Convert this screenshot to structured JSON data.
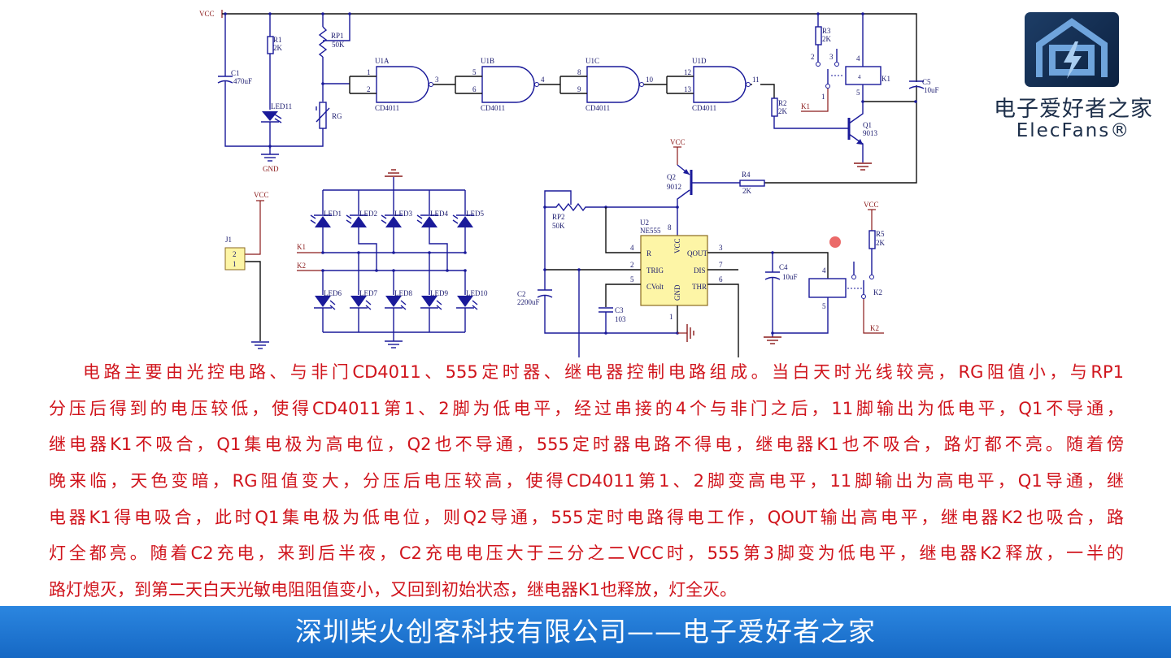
{
  "schematic": {
    "vcc": "VCC",
    "gnd": "GND",
    "c1": {
      "ref": "C1",
      "value": "470uF"
    },
    "r1": {
      "ref": "R1",
      "value": "2K"
    },
    "led11": "LED11",
    "rp1": {
      "ref": "RP1",
      "value": "50K"
    },
    "rg": "RG",
    "gates": [
      {
        "ref": "U1A",
        "part": "CD4011",
        "in1": "1",
        "in2": "2",
        "out": "3"
      },
      {
        "ref": "U1B",
        "part": "CD4011",
        "in1": "5",
        "in2": "6",
        "out": "4"
      },
      {
        "ref": "U1C",
        "part": "CD4011",
        "in1": "8",
        "in2": "9",
        "out": "10"
      },
      {
        "ref": "U1D",
        "part": "CD4011",
        "in1": "12",
        "in2": "13",
        "out": "11"
      }
    ],
    "r2": {
      "ref": "R2",
      "value": "2K"
    },
    "r3": {
      "ref": "R3",
      "value": "2K"
    },
    "r4": {
      "ref": "R4",
      "value": "2K"
    },
    "r5": {
      "ref": "R5",
      "value": "2K"
    },
    "k1": "K1",
    "k2": "K2",
    "c5": {
      "ref": "C5",
      "value": "10uF"
    },
    "q1": {
      "ref": "Q1",
      "value": "9013"
    },
    "q2": {
      "ref": "Q2",
      "value": "9012"
    },
    "j1": {
      "ref": "J1",
      "pin2": "2",
      "pin1": "1"
    },
    "leds_top": [
      "LED1",
      "LED2",
      "LED3",
      "LED4",
      "LED5"
    ],
    "leds_bottom": [
      "LED6",
      "LED7",
      "LED8",
      "LED9",
      "LED10"
    ],
    "rp2": {
      "ref": "RP2",
      "value": "50K"
    },
    "u2": {
      "ref": "U2",
      "part": "NE555",
      "pins": {
        "r": "R",
        "trig": "TRIG",
        "cvolt": "CVolt",
        "vcc": "VCC",
        "gnd": "GND",
        "qout": "QOUT",
        "dis": "DIS",
        "thr": "THR"
      },
      "pin_numbers": {
        "p4": "4",
        "p2": "2",
        "p5": "5",
        "p8": "8",
        "p1": "1",
        "p3": "3",
        "p7": "7",
        "p6": "6"
      }
    },
    "c2": {
      "ref": "C2",
      "value": "2200uF"
    },
    "c3": {
      "ref": "C3",
      "value": "103"
    },
    "c4": {
      "ref": "C4",
      "value": "10uF"
    },
    "relay_pins": {
      "p1": "1",
      "p2": "2",
      "p3": "3",
      "p4": "4",
      "p5": "5"
    },
    "wire_color": "#1a1a9a",
    "chip_fill": "#fdf5a6"
  },
  "logo": {
    "name_cn": "电子爱好者之家",
    "name_en": "ElecFans®",
    "badge_icon": "house-lightning-icon"
  },
  "paragraph": [
    "电路主要由光控电路、与非门CD4011、555定时器、继电器控制电路组成。当白天时光线较亮，RG阻值小，与RP1",
    "分压后得到的电压较低，使得CD4011第1、2脚为低电平，经过串接的4个与非门之后，11脚输出为低电平，Q1不导通，",
    "继电器K1不吸合，Q1集电极为高电位，Q2也不导通，555定时器电路不得电，继电器K1也不吸合，路灯都不亮。随着傍",
    "晚来临，天色变暗，RG阻值变大，分压后电压较高，使得CD4011第1、2脚变高电平，11脚输出为高电平，Q1导通，继",
    "电器K1得电吸合，此时Q1集电极为低电位，则Q2导通，555定时电路得电工作，QOUT输出高电平，继电器K2也吸合，路",
    "灯全都亮。随着C2充电，来到后半夜，C2充电电压大于三分之二VCC时，555第3脚变为低电平，继电器K2释放，一半的",
    "路灯熄灭，到第二天白天光敏电阻阻值变小，又回到初始状态，继电器K1也释放，灯全灭。"
  ],
  "text_color": "#d0141c",
  "footer": {
    "text": "深圳柴火创客科技有限公司——电子爱好者之家",
    "color": "#1e78d2"
  }
}
